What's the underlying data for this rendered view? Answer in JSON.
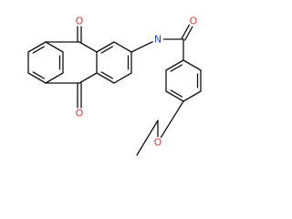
{
  "colors": {
    "bond": "#111111",
    "carbon": "#111111",
    "oxygen": "#e53935",
    "nitrogen": "#1e40ff",
    "background": "#ffffff"
  },
  "atoms": [
    {
      "id": "o_top",
      "element": "O",
      "label": "O"
    },
    {
      "id": "o_bottom",
      "element": "O",
      "label": "O"
    },
    {
      "id": "n_amide",
      "element": "N",
      "label": "N"
    },
    {
      "id": "o_amide",
      "element": "O",
      "label": "O"
    },
    {
      "id": "o_ether",
      "element": "O",
      "label": "O"
    }
  ]
}
